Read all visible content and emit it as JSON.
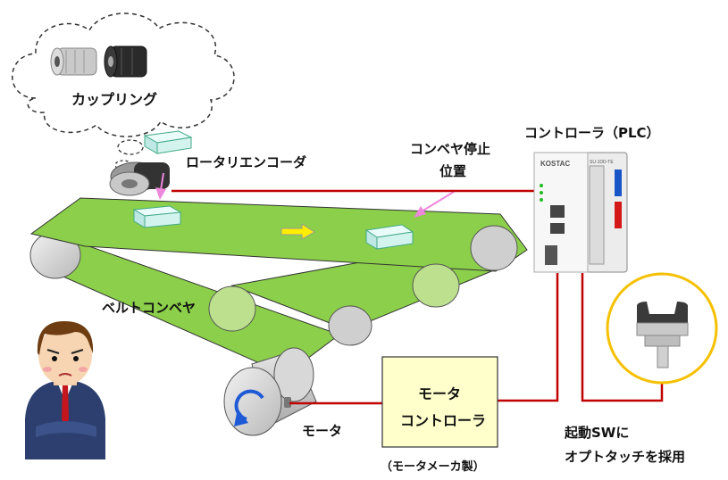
{
  "labels": {
    "coupling": "カップリング",
    "rotary_encoder": "ロータリエンコーダ",
    "stop_position_line1": "コンベヤ停止",
    "stop_position_line2": "位置",
    "controller": "コントローラ（PLC）",
    "belt_conveyor": "ベルトコンベヤ",
    "motor": "モータ",
    "motor_controller_line1": "モータ",
    "motor_controller_line2": "コントローラ",
    "motor_maker": "（モータメーカ製）",
    "start_sw_line1": "起動SWに",
    "start_sw_line2": "オプトタッチを採用"
  },
  "plc": {
    "brand": "KOSTAC",
    "model": "SU-1DD-TE"
  },
  "colors": {
    "belt": "#8ccf4a",
    "wire": "#c00000",
    "motor_controller_fill": "#ffffcc",
    "optotouch_ring": "#f5c000",
    "arrow": "#ee88dd"
  }
}
